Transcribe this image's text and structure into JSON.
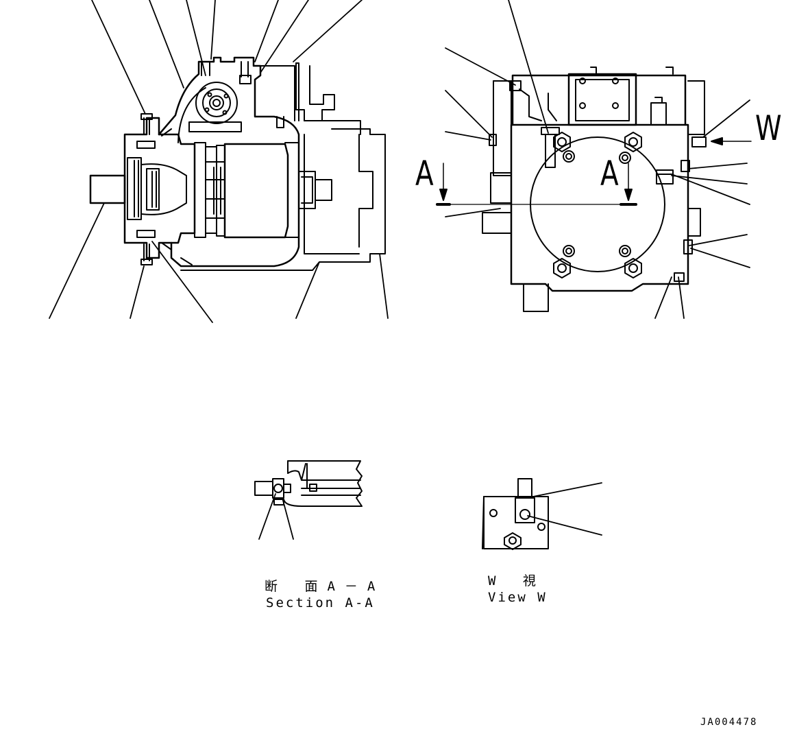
{
  "diagram": {
    "section_marker_left": "A",
    "section_marker_right": "A",
    "view_marker": "W",
    "section_caption_ja": "断 面A－A",
    "section_caption_en": "Section A-A",
    "view_caption_ja": "W 視",
    "view_caption_en": "View W",
    "drawing_number": "JA004478"
  },
  "colors": {
    "line": "#000000",
    "background": "#ffffff"
  }
}
